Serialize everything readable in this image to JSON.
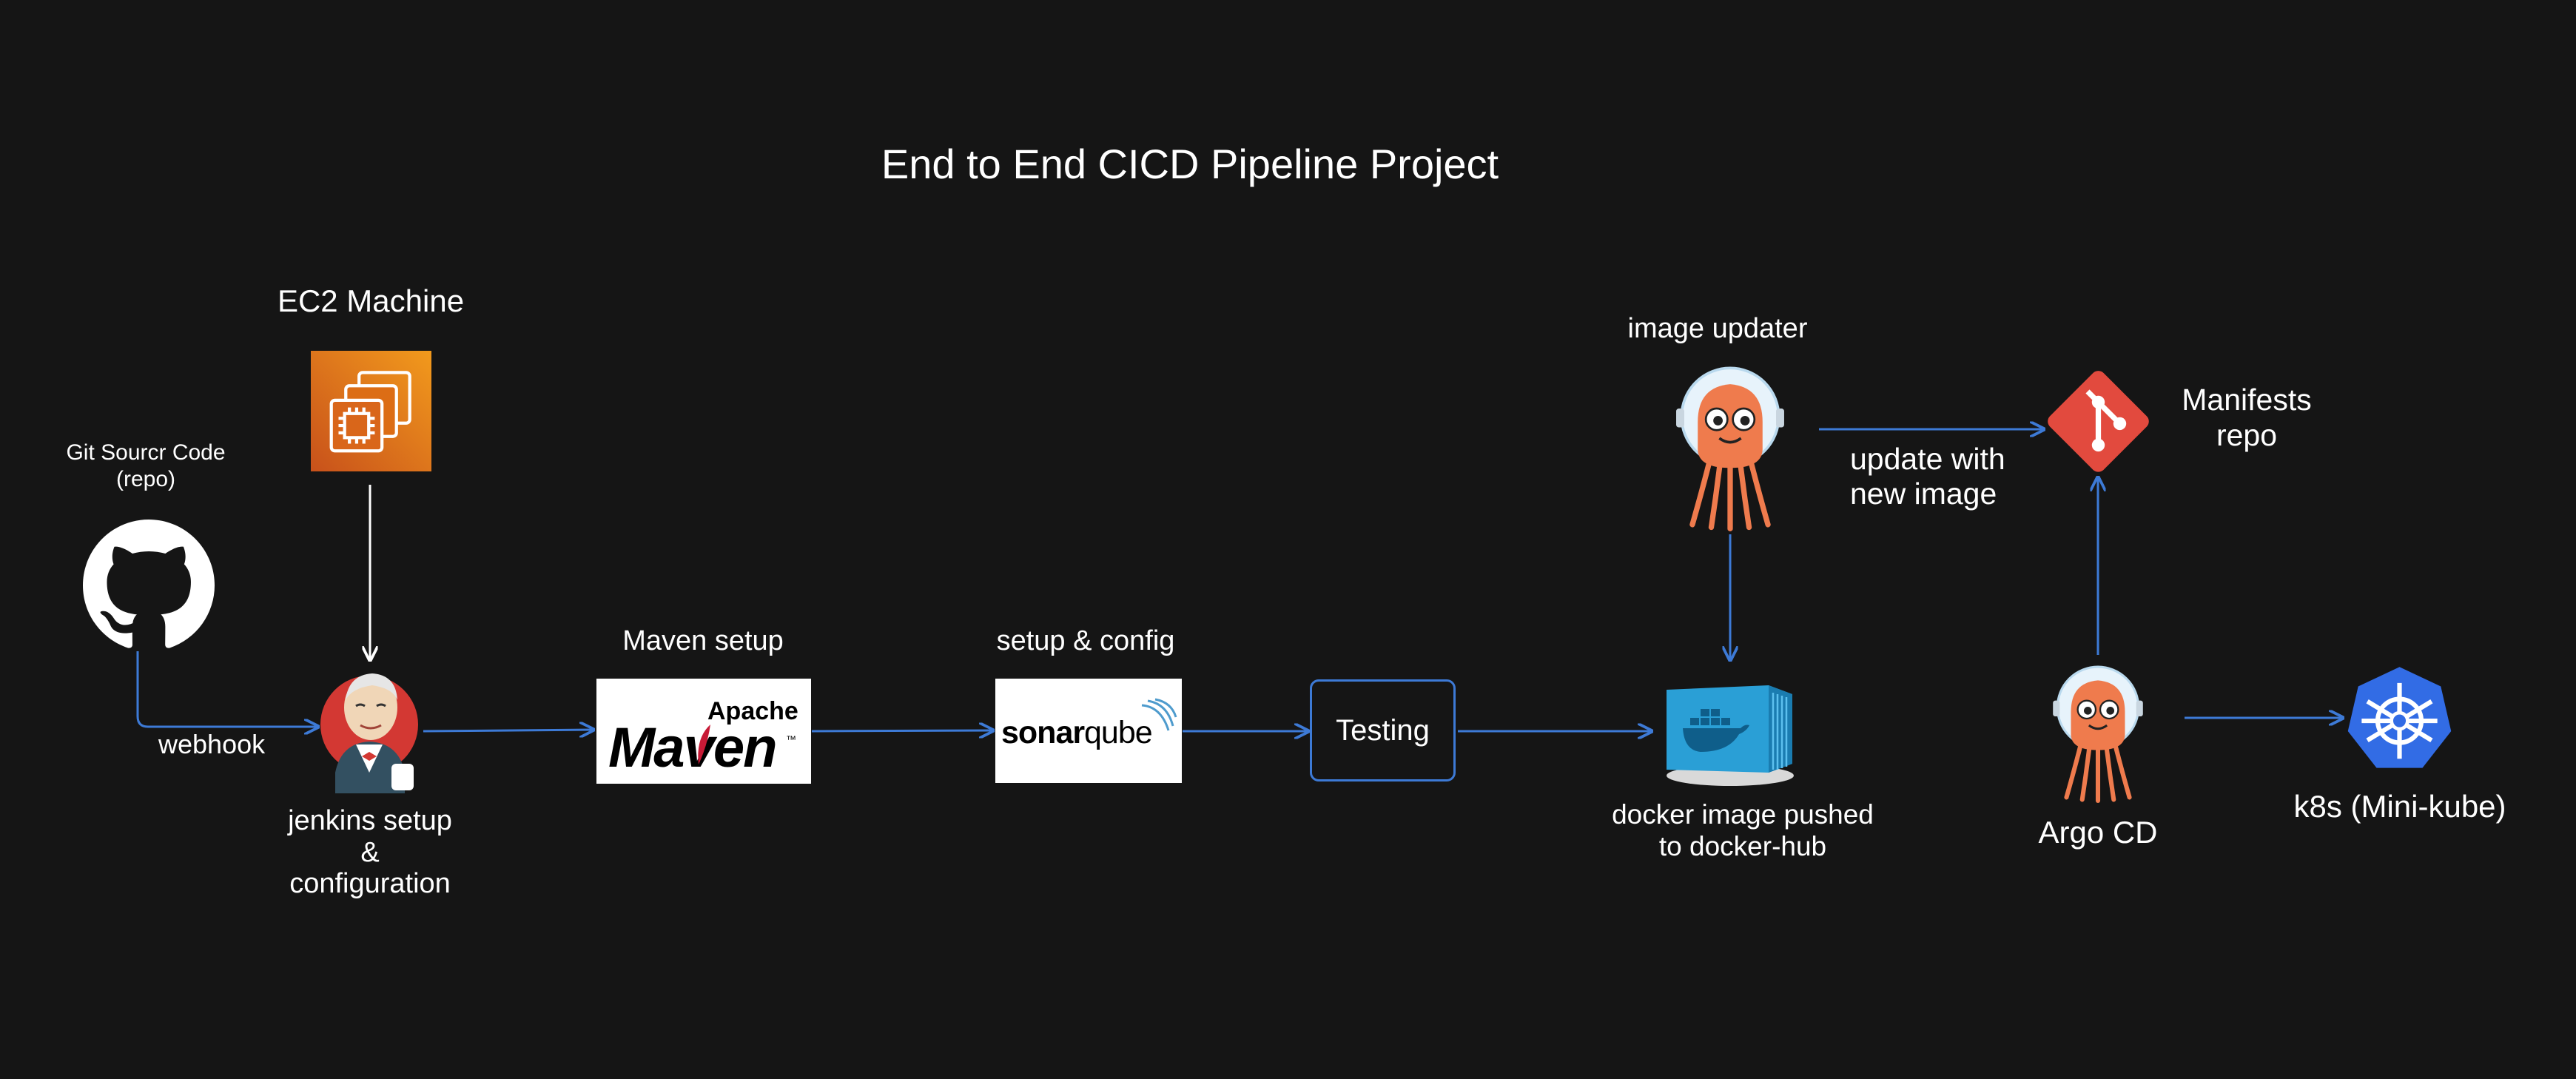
{
  "title": "End to End CICD Pipeline Project",
  "labels": {
    "git": "Git Sourcr Code\n(repo)",
    "ec2": "EC2 Machine",
    "webhook": "webhook",
    "jenkins": "jenkins setup\n&\nconfiguration",
    "maven_setup": "Maven setup",
    "sonar_setup": "setup & config",
    "testing": "Testing",
    "image_updater": "image updater",
    "update_edge": "update with\nnew image",
    "manifests": "Manifests\nrepo",
    "docker": "docker image pushed\nto docker-hub",
    "argocd": "Argo CD",
    "k8s": "k8s (Mini-kube)"
  },
  "logos": {
    "maven_top": "Apache",
    "maven_main": "Maven",
    "maven_tm": "™",
    "sonar_a": "sonar",
    "sonar_b": "qube"
  },
  "icons": [
    "github-icon",
    "ec2-icon",
    "jenkins-icon",
    "maven-logo",
    "sonarqube-logo",
    "argo-image-updater-icon",
    "docker-hub-icon",
    "git-icon",
    "argo-cd-icon",
    "kubernetes-icon"
  ],
  "colors": {
    "background": "#151515",
    "arrow_blue": "#3d7ad6",
    "arrow_white": "#ffffff",
    "aws_orange": "#e8740f",
    "git_red": "#e24a3e",
    "k8s_blue": "#326ce5",
    "docker_blue": "#2a9fd6",
    "argo_orange": "#ef7b4d"
  }
}
